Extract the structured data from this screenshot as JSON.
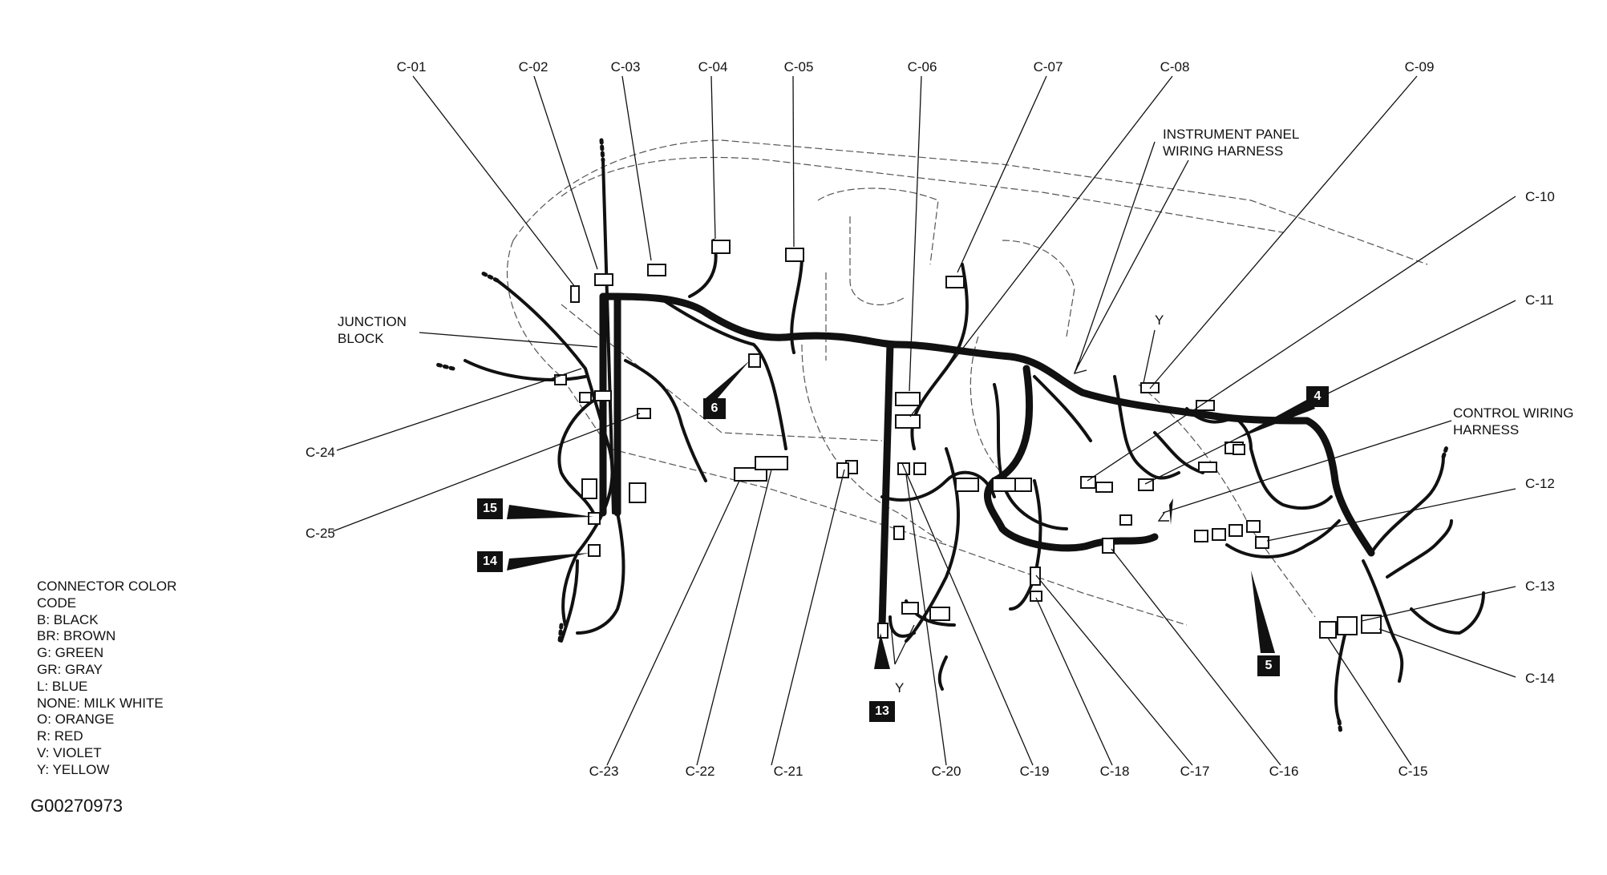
{
  "connectors": {
    "c01": "C-01",
    "c02": "C-02",
    "c03": "C-03",
    "c04": "C-04",
    "c05": "C-05",
    "c06": "C-06",
    "c07": "C-07",
    "c08": "C-08",
    "c09": "C-09",
    "c10": "C-10",
    "c11": "C-11",
    "c12": "C-12",
    "c13": "C-13",
    "c14": "C-14",
    "c15": "C-15",
    "c16": "C-16",
    "c17": "C-17",
    "c18": "C-18",
    "c19": "C-19",
    "c20": "C-20",
    "c21": "C-21",
    "c22": "C-22",
    "c23": "C-23",
    "c24": "C-24",
    "c25": "C-25"
  },
  "callouts": {
    "instrument_panel_harness": [
      "INSTRUMENT PANEL",
      "WIRING HARNESS"
    ],
    "junction_block": [
      "JUNCTION",
      "BLOCK"
    ],
    "control_wiring_harness": [
      "CONTROL WIRING",
      "HARNESS"
    ],
    "y_top": "Y",
    "y_bottom": "Y"
  },
  "markers": {
    "m4": "4",
    "m5": "5",
    "m6": "6",
    "m13": "13",
    "m14": "14",
    "m15": "15"
  },
  "legend": {
    "title": "CONNECTOR COLOR",
    "subtitle": "CODE",
    "items": [
      "B: BLACK",
      "BR: BROWN",
      "G: GREEN",
      "GR: GRAY",
      "L: BLUE",
      "NONE: MILK WHITE",
      "O: ORANGE",
      "R: RED",
      "V: VIOLET",
      "Y: YELLOW"
    ]
  },
  "figure_id": "G00270973"
}
